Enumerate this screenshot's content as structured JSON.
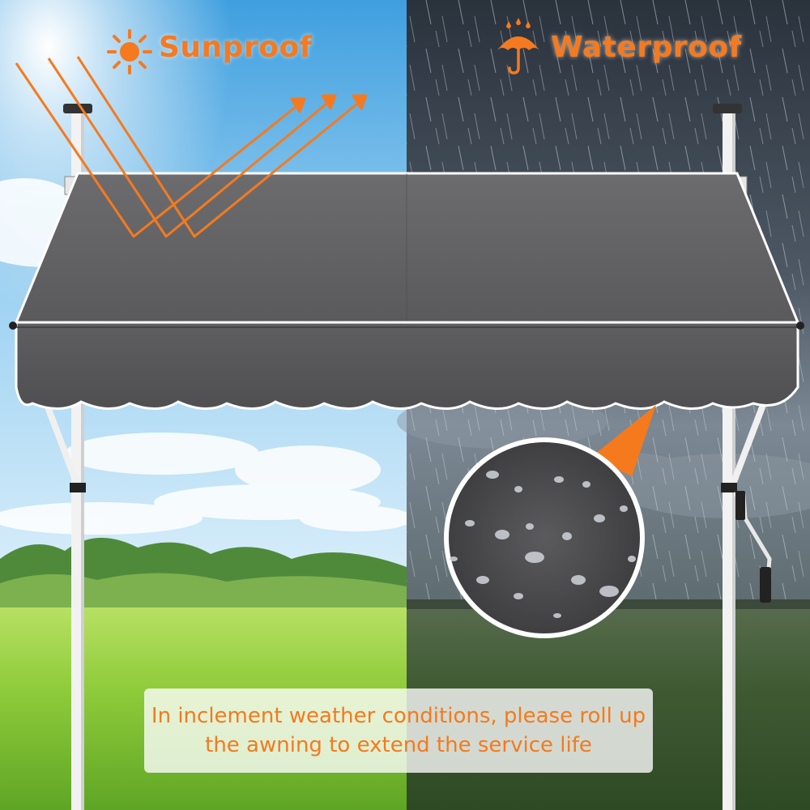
{
  "headings": {
    "sun": "Sunproof",
    "rain": "Waterproof"
  },
  "notice": {
    "line1": "In inclement weather conditions, please roll up",
    "line2": "the awning to extend the service life"
  },
  "icons": {
    "sun": "sun-icon",
    "rain": "umbrella-rain-icon"
  },
  "colors": {
    "accent": "#f57a1f",
    "awning": "#5c5c5e",
    "sky_left": "#7fc3ef",
    "sky_right": "#3c4652"
  }
}
